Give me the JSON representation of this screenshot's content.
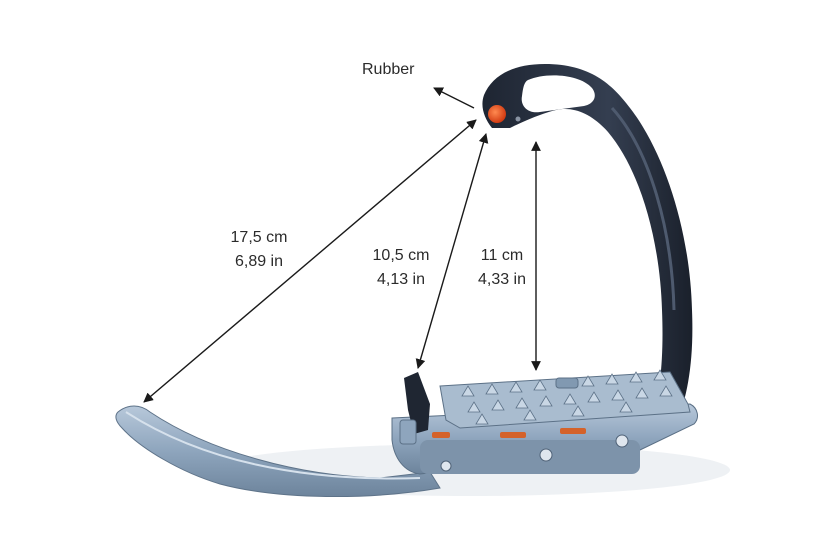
{
  "labels": {
    "rubber": "Rubber",
    "diagonal": {
      "cm": "17,5 cm",
      "in": "6,89 in"
    },
    "middle": {
      "cm": "10,5 cm",
      "in": "4,13 in"
    },
    "vertical": {
      "cm": "11 cm",
      "in": "4,33 in"
    }
  },
  "colors": {
    "background": "#ffffff",
    "arm": "#2a3342",
    "tread": "#8fa6bf",
    "rubber_button": "#e2461c",
    "arrow": "#1a1a1a",
    "text": "#2b2b2b"
  }
}
